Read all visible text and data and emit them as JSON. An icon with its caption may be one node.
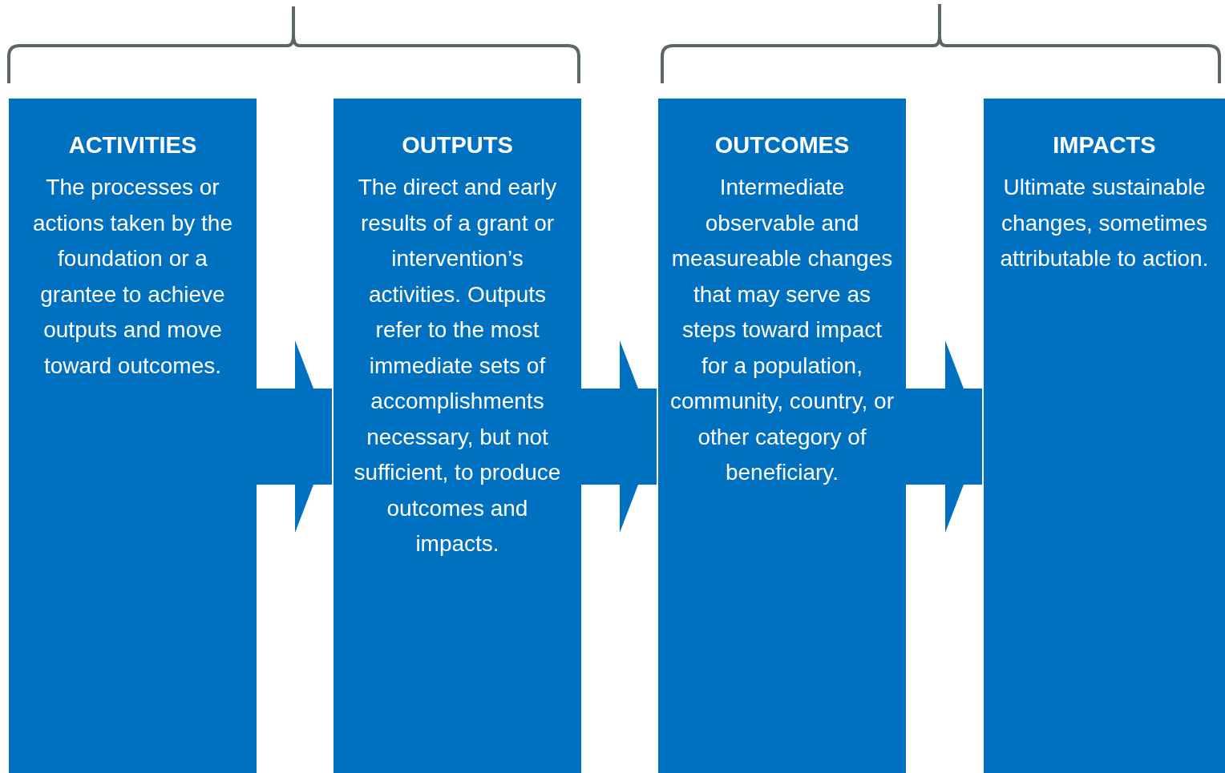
{
  "diagram": {
    "nodes": [
      {
        "text": [
          "ACTIVITIES",
          "The processes or actions taken by the foundation or a grantee to achieve outputs and move toward outcomes."
        ]
      },
      {
        "text": [
          "OUTPUTS",
          "The direct and early results of a grant or intervention’s activities. Outputs refer to the most immediate sets of accomplishments necessary, but not sufficient, to produce outcomes and impacts."
        ]
      },
      {
        "text": [
          "OUTCOMES",
          "Intermediate observable and measureable changes that may serve as steps toward impact for a population, community, country, or other category of beneficiary."
        ]
      },
      {
        "text": [
          "IMPACTS",
          "Ultimate sustainable changes, sometimes attributable to action."
        ]
      }
    ],
    "edges": [
      {
        "from": 0,
        "to": 1,
        "arrow": "to"
      },
      {
        "from": 1,
        "to": 2,
        "arrow": "to"
      },
      {
        "from": 2,
        "to": 3,
        "arrow": "to"
      }
    ]
  }
}
